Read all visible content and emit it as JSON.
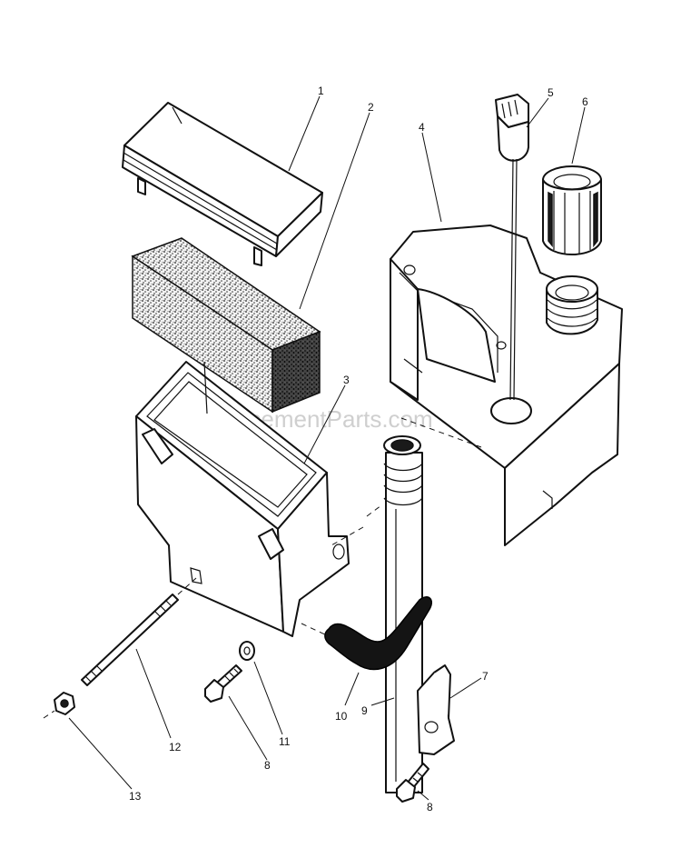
{
  "watermark": "eReplacementParts.com",
  "callouts": {
    "c1": "1",
    "c2": "2",
    "c3": "3",
    "c4": "4",
    "c5": "5",
    "c6": "6",
    "c7": "7",
    "c8a": "8",
    "c8b": "8",
    "c9": "9",
    "c10": "10",
    "c11": "11",
    "c12": "12",
    "c13": "13"
  },
  "colors": {
    "ink": "#111111",
    "paper": "#ffffff",
    "watermark": "#cfcfcf"
  }
}
